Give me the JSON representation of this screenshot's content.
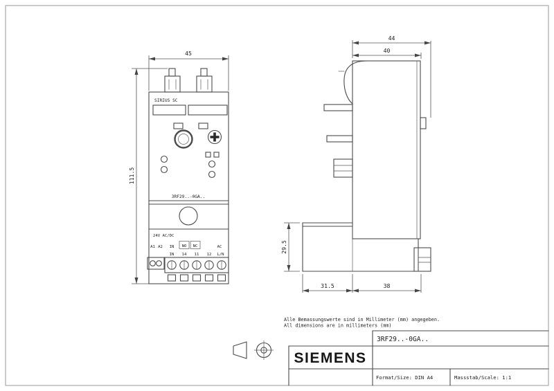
{
  "notes": {
    "line1": "Alle Bemassungswerte sind in Millimeter (mm) angegeben.",
    "line2": "All dimensions are in millimeters (mm)"
  },
  "front_view": {
    "dim_width": "45",
    "dim_height": "111.5",
    "brand_label": "SIRIUS SC",
    "model_label": "3RF29..-0GA..",
    "supply_label": "24V AC/DC",
    "labels_row1": [
      "A1",
      "A2",
      "IN",
      "NO",
      "NC",
      "AC"
    ],
    "labels_row2": [
      "IN",
      "14",
      "11",
      "12",
      "L/N"
    ]
  },
  "side_view": {
    "dim_overall_width": "44",
    "dim_body_width": "40",
    "dim_base_height": "29.5",
    "dim_base_depth": "31.5",
    "dim_body_depth": "38"
  },
  "title_block": {
    "part_number": "3RF29..-0GA..",
    "brand": "SIEMENS",
    "format": "Format/Size: DIN A4",
    "scale": "Massstab/Scale: 1:1"
  }
}
